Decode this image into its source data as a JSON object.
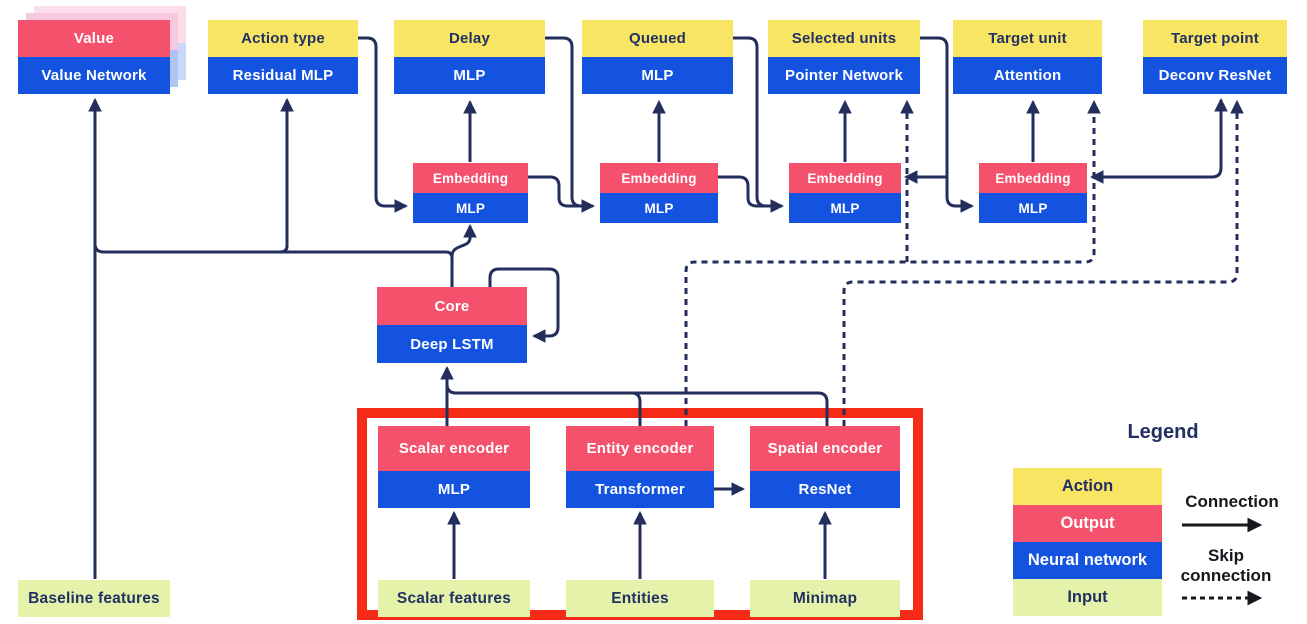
{
  "nodes": {
    "value": {
      "output": "Value",
      "network": "Value Network"
    },
    "action_type": {
      "action": "Action type",
      "network": "Residual MLP"
    },
    "delay": {
      "action": "Delay",
      "network": "MLP"
    },
    "queued": {
      "action": "Queued",
      "network": "MLP"
    },
    "selected_units": {
      "action": "Selected units",
      "network": "Pointer Network"
    },
    "target_unit": {
      "action": "Target unit",
      "network": "Attention"
    },
    "target_point": {
      "action": "Target point",
      "network": "Deconv ResNet"
    },
    "embedding1": {
      "output": "Embedding",
      "network": "MLP"
    },
    "embedding2": {
      "output": "Embedding",
      "network": "MLP"
    },
    "embedding3": {
      "output": "Embedding",
      "network": "MLP"
    },
    "embedding4": {
      "output": "Embedding",
      "network": "MLP"
    },
    "core": {
      "output": "Core",
      "network": "Deep LSTM"
    },
    "scalar_encoder": {
      "output": "Scalar encoder",
      "network": "MLP"
    },
    "entity_encoder": {
      "output": "Entity encoder",
      "network": "Transformer"
    },
    "spatial_encoder": {
      "output": "Spatial encoder",
      "network": "ResNet"
    }
  },
  "inputs": {
    "baseline": "Baseline features",
    "scalar": "Scalar features",
    "entities": "Entities",
    "minimap": "Minimap"
  },
  "legend": {
    "title": "Legend",
    "items": [
      {
        "label": "Action",
        "color": "#F8E564",
        "text_color": "#223062"
      },
      {
        "label": "Output",
        "color": "#F4516C",
        "text_color": "#ffffff"
      },
      {
        "label": "Neural network",
        "color": "#1453E0",
        "text_color": "#ffffff"
      },
      {
        "label": "Input",
        "color": "#E5F2A9",
        "text_color": "#223062"
      }
    ],
    "connection_label": "Connection",
    "skip_connection_label_line1": "Skip",
    "skip_connection_label_line2": "connection"
  },
  "colors": {
    "action_yellow": "#F8E564",
    "output_pink": "#F4516C",
    "network_blue": "#1453E0",
    "input_green": "#E5F2A9",
    "wire_navy": "#232E5C",
    "highlight_red": "#F62B17",
    "value_shadow_pink": "#F8C8DC",
    "value_shadow_blue": "#AFC4F2",
    "value_shadow_pink_outer": "#FBDEE9",
    "value_shadow_blue_outer": "#C9D8F8"
  }
}
